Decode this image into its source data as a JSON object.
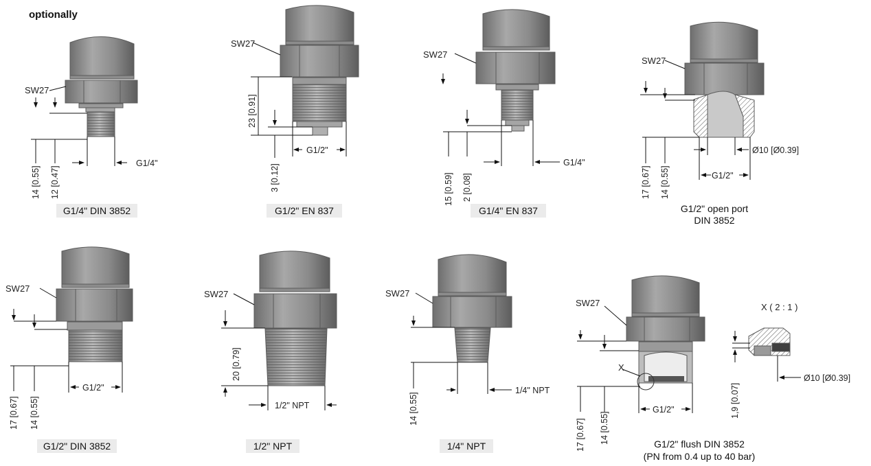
{
  "heading": "optionally",
  "hex_label": "SW27",
  "detail_label": "X",
  "detail_scale": "X ( 2 : 1 )",
  "variants": [
    {
      "caption": "G1/4\" DIN 3852",
      "thread": "G1/4\"",
      "dims": [
        "14 [0.55]",
        "12 [0.47]"
      ]
    },
    {
      "caption": "G1/2\" EN 837",
      "thread": "G1/2\"",
      "dims": [
        "23 [0.91]",
        "3 [0.12]"
      ]
    },
    {
      "caption": "G1/4\" EN 837",
      "thread": "G1/4\"",
      "dims": [
        "15 [0.59]",
        "2 [0.08]"
      ]
    },
    {
      "caption": "G1/2\" open port",
      "caption2": "DIN 3852",
      "thread": "G1/2\"",
      "bore": "Ø10 [Ø0.39]",
      "dims": [
        "17 [0.67]",
        "14 [0.55]"
      ]
    },
    {
      "caption": "G1/2\" DIN 3852",
      "thread": "G1/2\"",
      "dims": [
        "17 [0.67]",
        "14 [0.55]"
      ]
    },
    {
      "caption": "1/2\" NPT",
      "thread": "1/2\" NPT",
      "dims": [
        "20 [0.79]"
      ]
    },
    {
      "caption": "1/4\" NPT",
      "thread": "1/4\" NPT",
      "dims": [
        "14 [0.55]"
      ]
    },
    {
      "caption": "G1/2\" flush DIN 3852",
      "caption2": "(PN from 0.4 up to 40 bar)",
      "thread": "G1/2\"",
      "bore": "Ø10 [Ø0.39]",
      "dims": [
        "17 [0.67]",
        "14 [0.55]",
        "1,9 [0.07]"
      ]
    }
  ],
  "colors": {
    "metal_dark": "#6f6f6f",
    "metal_mid": "#9a9a9a",
    "metal_light": "#c4c4c4",
    "line": "#111111",
    "caption_bg": "#ebebeb"
  }
}
